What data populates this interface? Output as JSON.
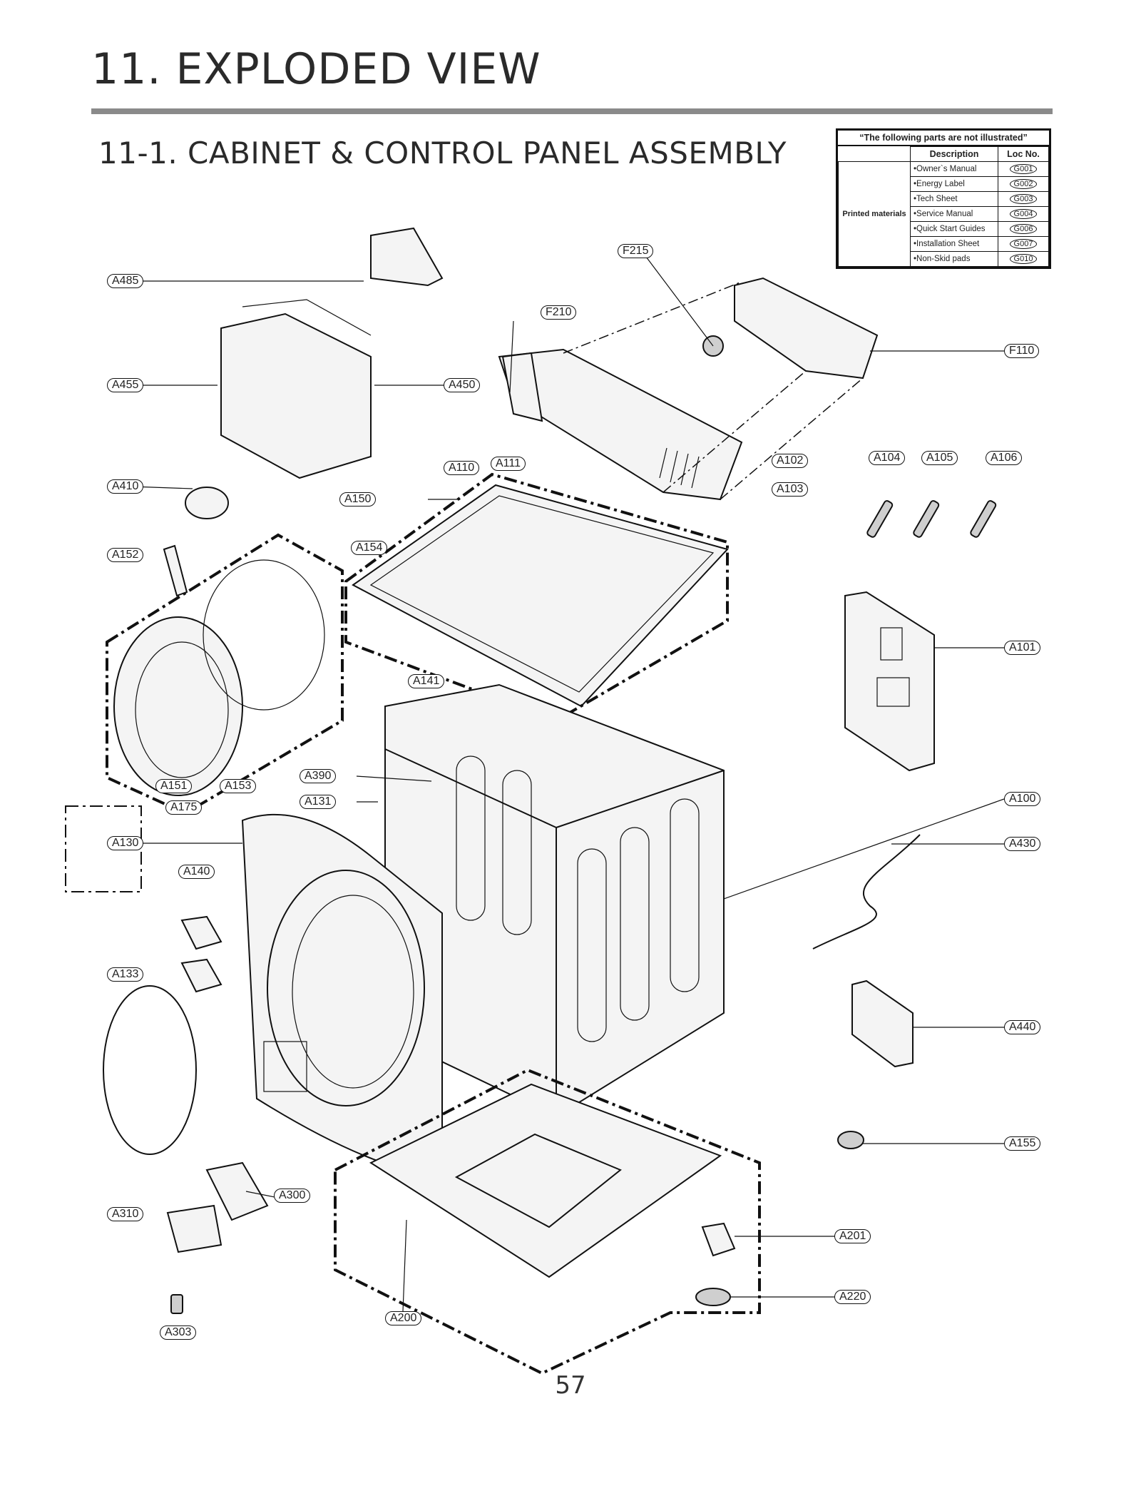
{
  "page": {
    "title": "11. EXPLODED VIEW",
    "subtitle": "11-1. CABINET & CONTROL PANEL ASSEMBLY",
    "page_number": "57"
  },
  "parts_table": {
    "header": "“The following parts are not illustrated”",
    "col_description": "Description",
    "col_loc": "Loc No.",
    "group_label": "Printed materials",
    "rows": [
      {
        "description": "•Owner`s Manual",
        "loc": "G001"
      },
      {
        "description": "•Energy Label",
        "loc": "G002"
      },
      {
        "description": "•Tech Sheet",
        "loc": "G003"
      },
      {
        "description": "•Service Manual",
        "loc": "G004"
      },
      {
        "description": "•Quick Start Guides",
        "loc": "G006"
      },
      {
        "description": "•Installation Sheet",
        "loc": "G007"
      },
      {
        "description": "•Non-Skid pads",
        "loc": "G010"
      }
    ]
  },
  "callouts": [
    "A485",
    "A455",
    "A450",
    "A410",
    "A150",
    "A152",
    "A154",
    "A141",
    "A390",
    "A131",
    "A151",
    "A153",
    "A175",
    "A130",
    "A140",
    "A133",
    "A310",
    "A300",
    "A303",
    "A200",
    "A110",
    "A111",
    "F210",
    "F215",
    "F110",
    "A102",
    "A103",
    "A104",
    "A105",
    "A106",
    "A101",
    "A100",
    "A430",
    "A440",
    "A155",
    "A201",
    "A220"
  ]
}
